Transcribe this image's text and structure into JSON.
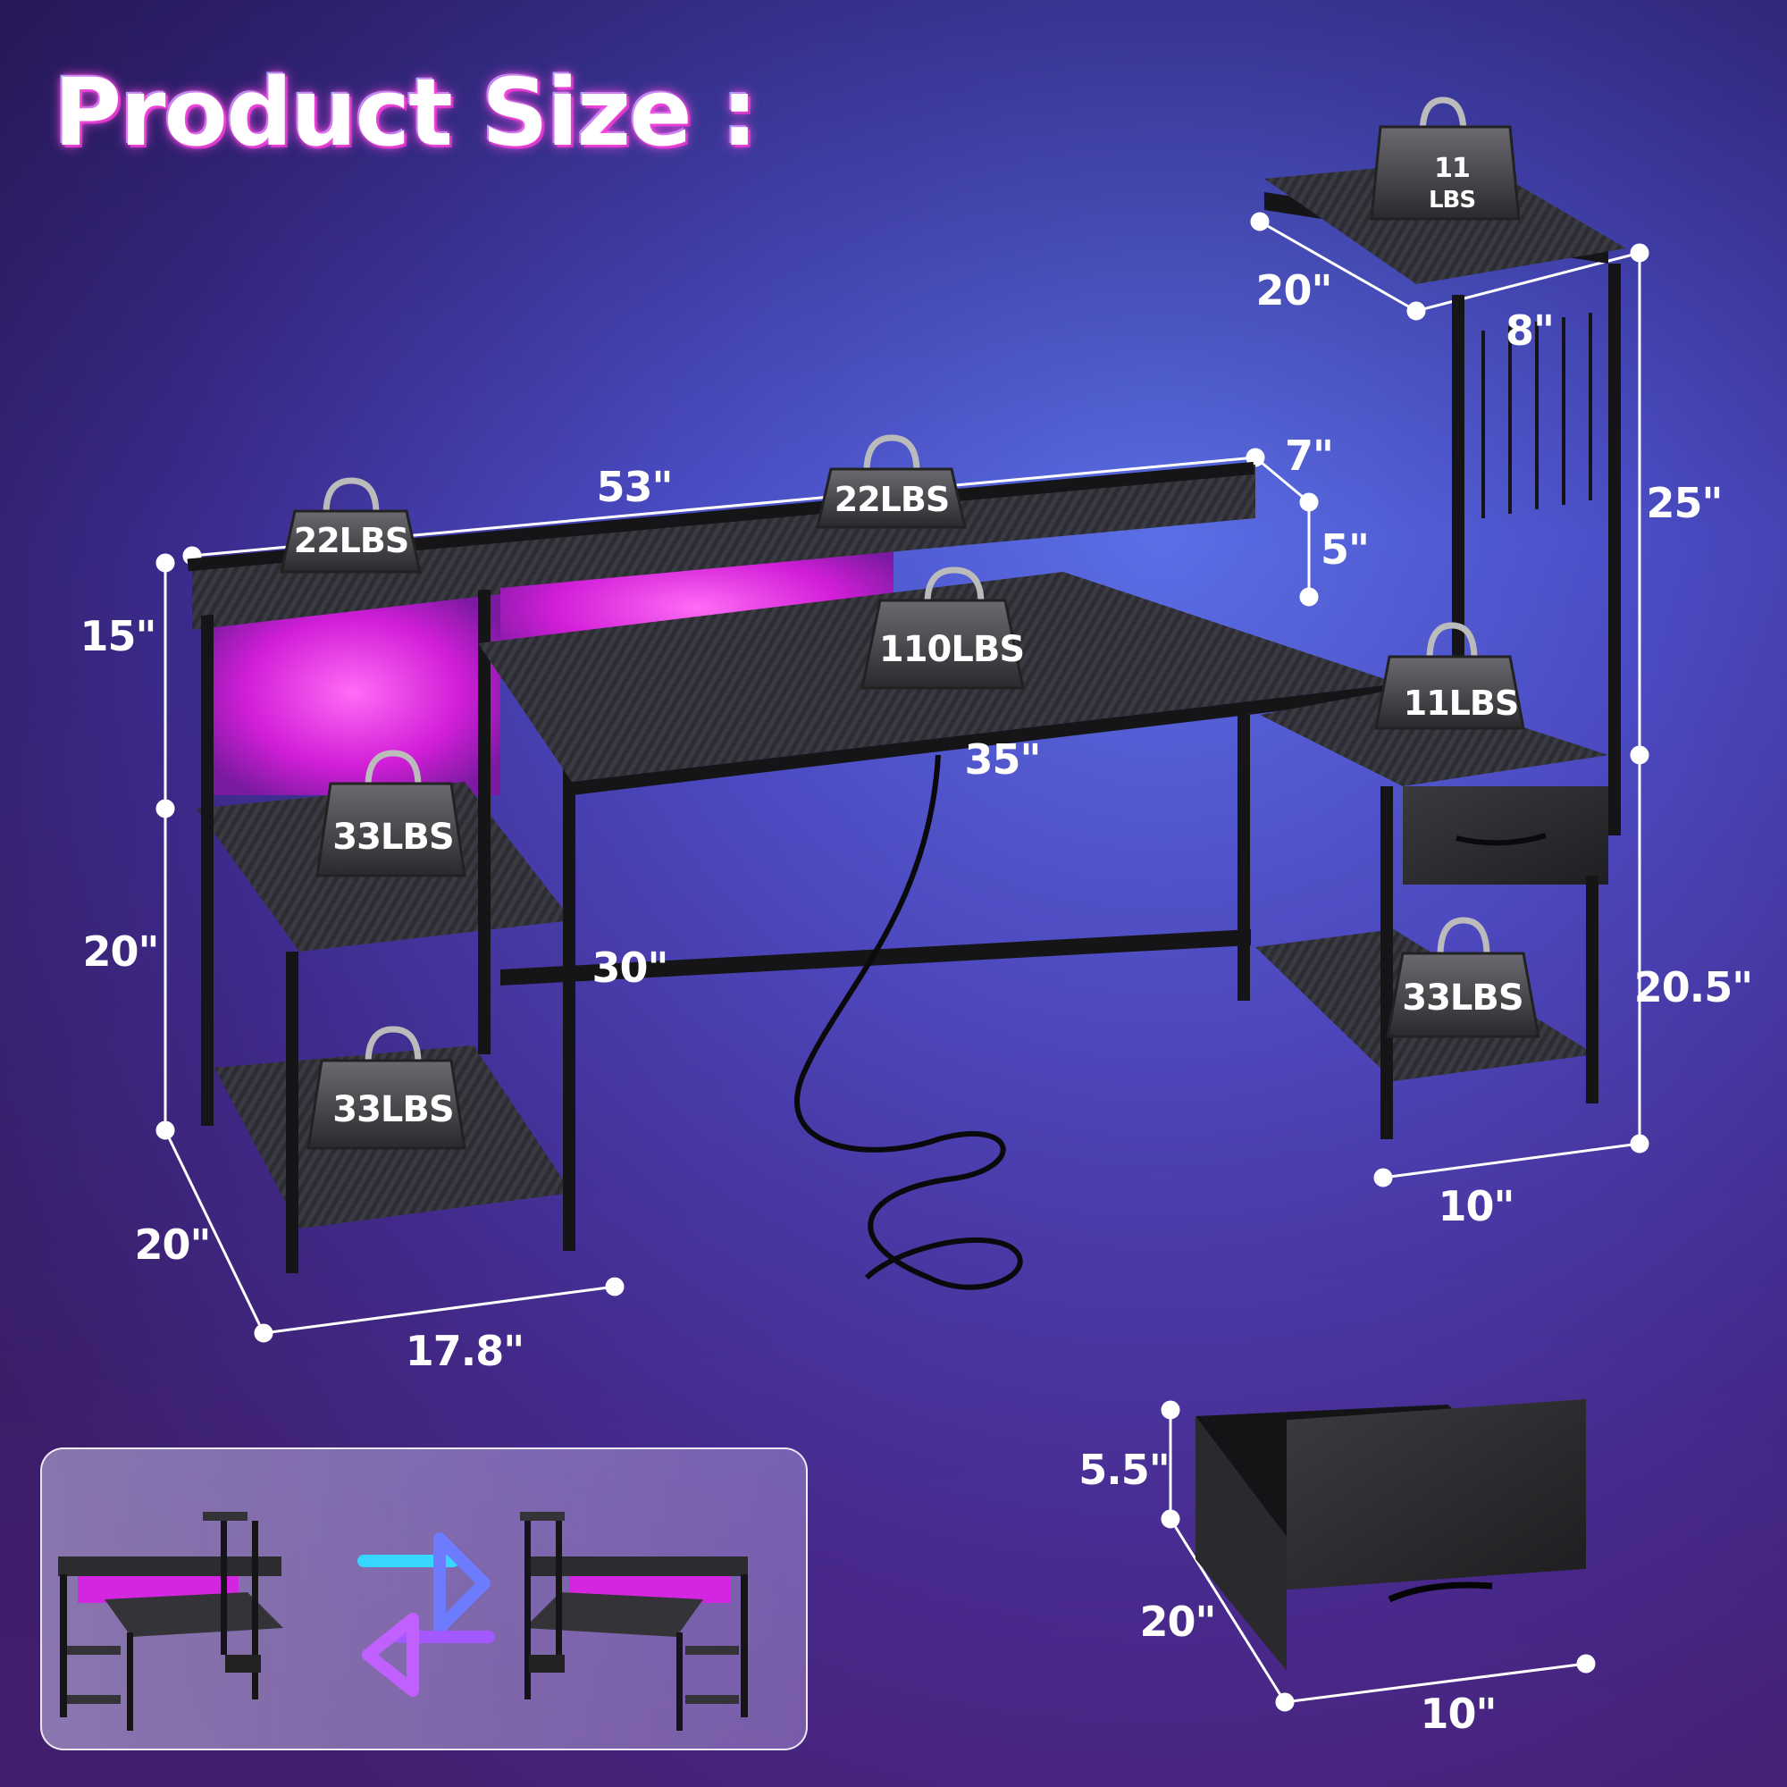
{
  "title": "Product Size :",
  "dimensions": {
    "desk_length": "53\"",
    "hutch_depth": "7\"",
    "hutch_height": "5\"",
    "left_shelf_height": "15\"",
    "left_lower_height": "20\"",
    "desk_depth_side": "20\"",
    "left_width": "17.8\"",
    "desk_main": "35\"",
    "desk_height": "30\"",
    "top_shelf_depth": "20\"",
    "top_shelf_width": "8\"",
    "tower_height": "25\"",
    "cabinet_height": "20.5\"",
    "cabinet_width": "10\"",
    "drawer_height": "5.5\"",
    "drawer_depth": "20\"",
    "drawer_width": "10\""
  },
  "weights": {
    "top_shelf": [
      "11",
      "LBS"
    ],
    "hutch_left": "22LBS",
    "hutch_center": "22LBS",
    "desktop": "110LBS",
    "cabinet_top": "11LBS",
    "left_shelf_mid": "33LBS",
    "left_shelf_low": "33LBS",
    "cabinet_low": "33LBS"
  },
  "colors": {
    "accent_glow": "#ff3dea",
    "desk_surface": "#2b2b30",
    "frame": "#151518"
  }
}
